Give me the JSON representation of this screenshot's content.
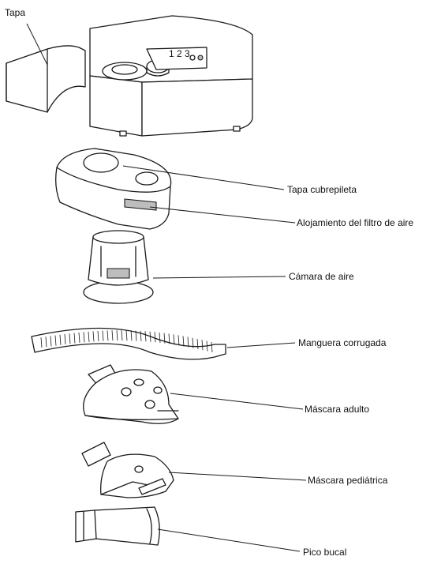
{
  "diagram": {
    "labels": {
      "lid": "Tapa",
      "basin_cover": "Tapa cubrepileta",
      "air_filter_housing": "Alojamiento del filtro de aire",
      "air_chamber": "Cámara de aire",
      "corrugated_hose": "Manguera corrugada",
      "adult_mask": "Máscara adulto",
      "pediatric_mask": "Máscara pediátrica",
      "mouthpiece": "Pico bucal"
    },
    "device_panel_text": "1 2 3"
  }
}
